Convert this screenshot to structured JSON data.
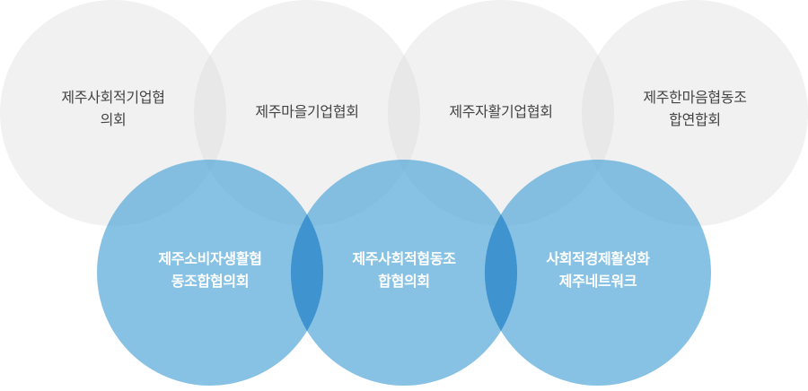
{
  "colors": {
    "gray_circle": "#d8d8d8",
    "blue_circle": "#4ea5d9",
    "gray_text": "#444444",
    "blue_text": "#ffffff",
    "overlap_accent": "#3f93cf"
  },
  "top_row": [
    {
      "lines": [
        "제주사회적기업협",
        "의회"
      ]
    },
    {
      "lines": [
        "제주마을기업협회"
      ]
    },
    {
      "lines": [
        "제주자활기업협회"
      ]
    },
    {
      "lines": [
        "제주한마음협동조",
        "합연합회"
      ]
    }
  ],
  "bottom_row": [
    {
      "lines": [
        "제주소비자생활협",
        "동조합협의회"
      ]
    },
    {
      "lines": [
        "제주사회적협동조",
        "합협의회"
      ]
    },
    {
      "lines": [
        "사회적경제활성화",
        "제주네트워크"
      ]
    }
  ]
}
